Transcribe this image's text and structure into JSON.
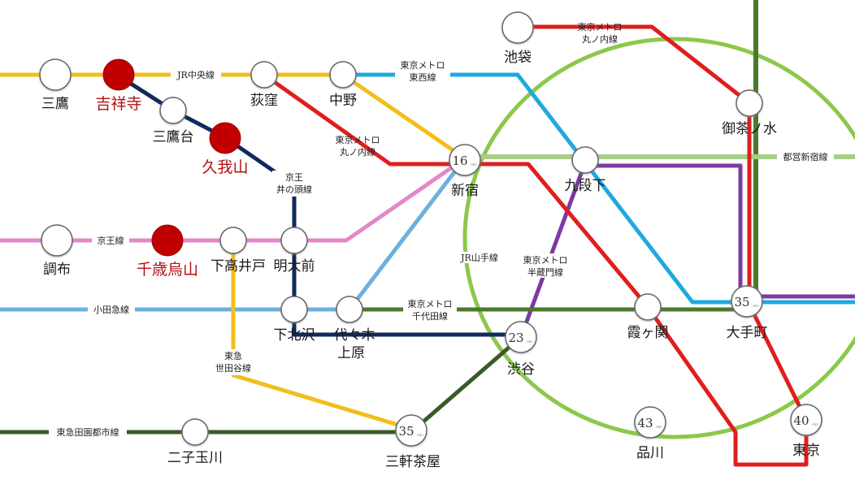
{
  "colors": {
    "jr_chuo": "#f2be1b",
    "tozai": "#1fa9df",
    "marunouchi": "#e01e1e",
    "yamanote": "#8cc84b",
    "chiyoda": "#4b7a2b",
    "inokashira": "#0f2a5e",
    "keio": "#e487c8",
    "odakyu": "#6eb0dc",
    "hanzomon": "#7b3aa0",
    "shinjuku_line": "#a7cf8a",
    "setagaya": "#f2be1b",
    "denentoshi": "#3a5a28",
    "chuo_rapid_vertical": "#4b7a2b",
    "highlight_station": "#c00000"
  },
  "lines": {
    "jr_chuo": "JR中央線",
    "tozai": [
      "東京メトロ",
      "東西線"
    ],
    "marunouchi_north": [
      "東京メトロ",
      "丸ノ内線"
    ],
    "marunouchi_west": [
      "東京メトロ",
      "丸ノ内線"
    ],
    "inokashira": [
      "京王",
      "井の頭線"
    ],
    "keio": "京王線",
    "odakyu": "小田急線",
    "chiyoda": [
      "東京メトロ",
      "千代田線"
    ],
    "hanzomon": [
      "東京メトロ",
      "半蔵門線"
    ],
    "yamanote": "JR山手線",
    "shinjuku_line": "都営新宿線",
    "setagaya": [
      "東急",
      "世田谷線"
    ],
    "denentoshi": "東急田園都市線"
  },
  "stations": {
    "mitaka": "三鷹",
    "kichijoji": "吉祥寺",
    "mitakadai": "三鷹台",
    "kugayama": "久我山",
    "ogikubo": "荻窪",
    "nakano": "中野",
    "ikebukuro": "池袋",
    "shinjuku": "新宿",
    "kudanshita": "九段下",
    "ochanomizu": "御茶ノ水",
    "chofu": "調布",
    "chitosekarasuyama": "千歳烏山",
    "shimotakaido": "下高井戸",
    "meidaimae": "明大前",
    "shimokitazawa": "下北沢",
    "yoyogiuehara": [
      "代々木",
      "上原"
    ],
    "shibuya": "渋谷",
    "kasumigaseki": "霞ヶ関",
    "otemachi": "大手町",
    "tokyo": "東京",
    "shinagawa": "品川",
    "sangenjaya": "三軒茶屋",
    "futakotamagawa": "二子玉川"
  },
  "minutes": {
    "shinjuku": "16",
    "shibuya": "23",
    "otemachi": "35",
    "sangenjaya": "35",
    "shinagawa": "43",
    "tokyo": "40",
    "unit": "min"
  }
}
